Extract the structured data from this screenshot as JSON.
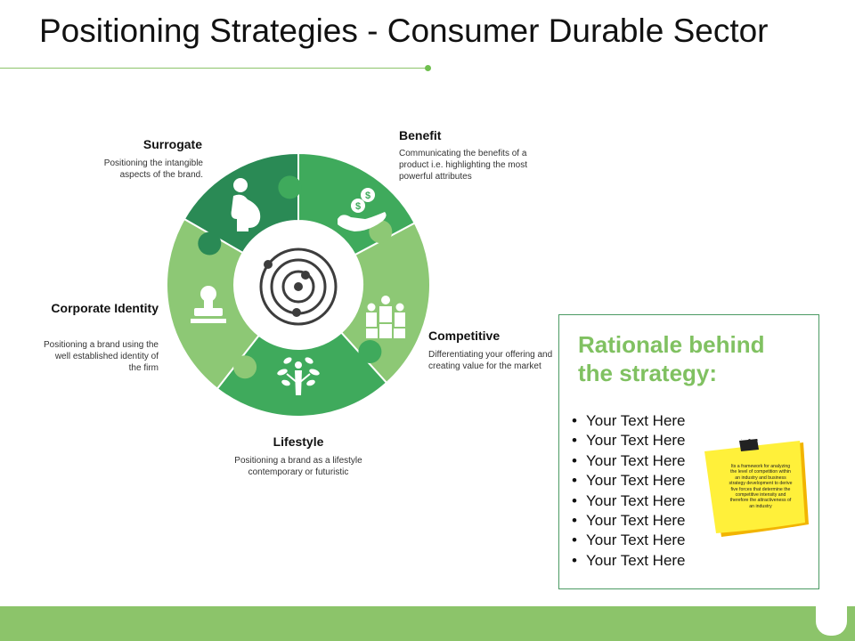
{
  "title": "Positioning Strategies - Consumer Durable Sector",
  "colors": {
    "dark_green": "#2a8a55",
    "mid_green": "#3faa5c",
    "light_green": "#8dc875",
    "accent_text": "#80c161",
    "footer": "#8cc46a",
    "note_yellow": "#fff03a",
    "note_shadow": "#f2b400"
  },
  "segments": [
    {
      "label": "Surrogate",
      "description": "Positioning the intangible aspects of the brand.",
      "icon": "pregnant-woman-icon"
    },
    {
      "label": "Benefit",
      "description": "Communicating the benefits of a product i.e. highlighting the most powerful attributes",
      "icon": "money-hand-icon"
    },
    {
      "label": "Competitive",
      "description": "Differentiating your offering and creating value for the market",
      "icon": "podium-people-icon"
    },
    {
      "label": "Lifestyle",
      "description": "Positioning a brand as a lifestyle contemporary or futuristic",
      "icon": "tree-person-icon"
    },
    {
      "label": "Corporate Identity",
      "description": "Positioning a brand using the well established identity of the firm",
      "icon": "stamp-icon"
    }
  ],
  "center_icon": "target-orbit-icon",
  "rationale": {
    "title": "Rationale behind the strategy:",
    "bullets": [
      "Your Text Here",
      "Your Text Here",
      "Your Text Here",
      "Your Text Here",
      "Your Text Here",
      "Your Text Here",
      "Your Text Here",
      "Your Text Here"
    ]
  },
  "note": {
    "text": "Its a framework for analyzing the level of competition within an industry and business strategy development to derive five forces that determine the competitive intensity and therefore the attractiveness of an industry",
    "icon": "binder-clip-icon"
  }
}
